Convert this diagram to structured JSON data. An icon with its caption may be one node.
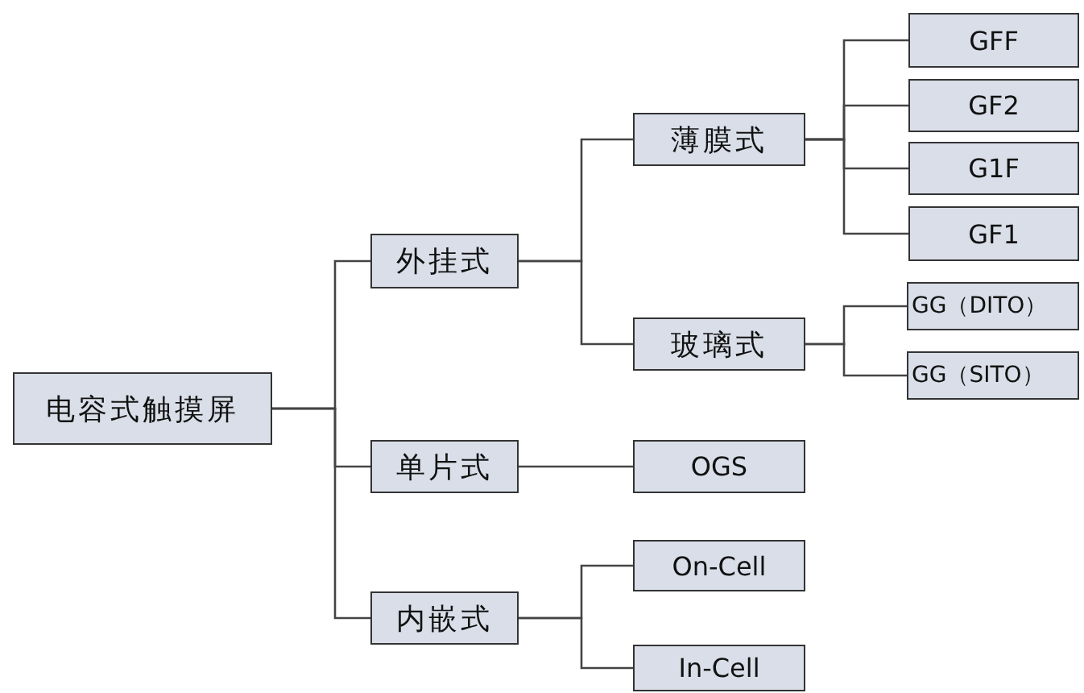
{
  "diagram": {
    "nodes": [
      {
        "text": [
          "电容式触摸屏"
        ]
      },
      {
        "text": [
          "外挂式"
        ]
      },
      {
        "text": [
          "薄膜式"
        ]
      },
      {
        "text": [
          "GFF"
        ]
      },
      {
        "text": [
          "GF2"
        ]
      },
      {
        "text": [
          "G1F"
        ]
      },
      {
        "text": [
          "GF1"
        ]
      },
      {
        "text": [
          "玻璃式"
        ]
      },
      {
        "text": [
          "GG（DITO）"
        ]
      },
      {
        "text": [
          "GG（SITO）"
        ]
      },
      {
        "text": [
          "单片式"
        ]
      },
      {
        "text": [
          "OGS"
        ]
      },
      {
        "text": [
          "内嵌式"
        ]
      },
      {
        "text": [
          "On-Cell"
        ]
      },
      {
        "text": [
          "In-Cell"
        ]
      }
    ],
    "edges": [
      {
        "from": 0,
        "to": 1,
        "arrow": "none"
      },
      {
        "from": 0,
        "to": 10,
        "arrow": "none"
      },
      {
        "from": 0,
        "to": 12,
        "arrow": "none"
      },
      {
        "from": 1,
        "to": 2,
        "arrow": "none"
      },
      {
        "from": 1,
        "to": 7,
        "arrow": "none"
      },
      {
        "from": 2,
        "to": 3,
        "arrow": "none"
      },
      {
        "from": 2,
        "to": 4,
        "arrow": "none"
      },
      {
        "from": 2,
        "to": 5,
        "arrow": "none"
      },
      {
        "from": 2,
        "to": 6,
        "arrow": "none"
      },
      {
        "from": 7,
        "to": 8,
        "arrow": "none"
      },
      {
        "from": 7,
        "to": 9,
        "arrow": "none"
      },
      {
        "from": 10,
        "to": 11,
        "arrow": "none"
      },
      {
        "from": 12,
        "to": 13,
        "arrow": "none"
      },
      {
        "from": 12,
        "to": 14,
        "arrow": "none"
      }
    ]
  }
}
